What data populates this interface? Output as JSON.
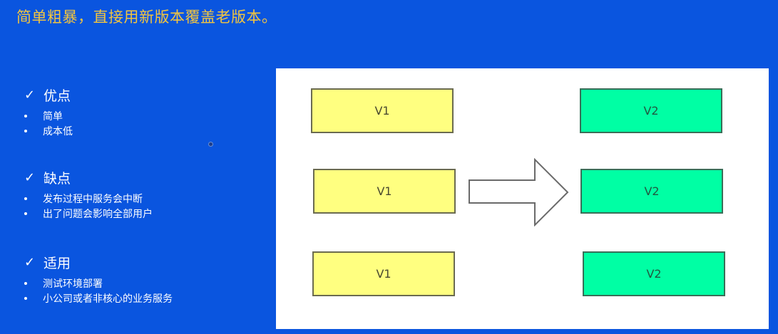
{
  "slide": {
    "title": "简单粗暴，直接用新版本覆盖老版本。",
    "colors": {
      "background": "#0a55df",
      "title": "#f2c540",
      "v1_fill": "#ffff80",
      "v2_fill": "#00ffa4"
    }
  },
  "sections": [
    {
      "icon": "checkmark-icon",
      "check": "✓",
      "title": "优点",
      "items": [
        "简单",
        "成本低"
      ]
    },
    {
      "icon": "checkmark-icon",
      "check": "✓",
      "title": "缺点",
      "items": [
        "发布过程中服务会中断",
        "出了问题会影响全部用户"
      ]
    },
    {
      "icon": "checkmark-icon",
      "check": "✓",
      "title": "适用",
      "items": [
        "测试环境部署",
        "小公司或者非核心的业务服务"
      ]
    }
  ],
  "diagram": {
    "old_versions": [
      {
        "label": "V1"
      },
      {
        "label": "V1"
      },
      {
        "label": "V1"
      }
    ],
    "new_versions": [
      {
        "label": "V2"
      },
      {
        "label": "V2"
      },
      {
        "label": "V2"
      }
    ],
    "arrow": "right-arrow-icon"
  }
}
